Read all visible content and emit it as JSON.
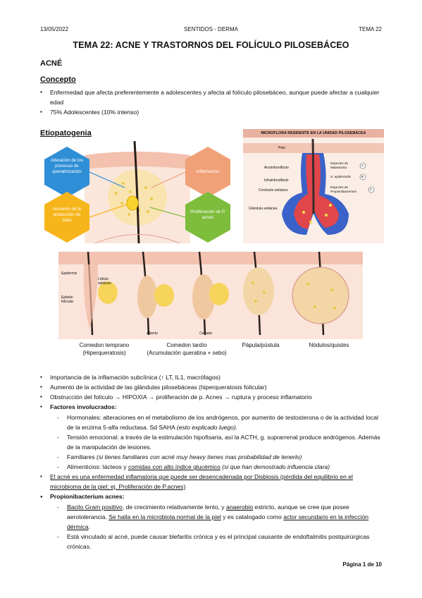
{
  "header": {
    "date": "13/05/2022",
    "center": "SENTIDOS - DERMA",
    "topic": "TEMA 22"
  },
  "title": "TEMA 22: ACNE Y TRASTORNOS DEL FOLÍCULO PILOSEBÁCEO",
  "section": "ACNÉ",
  "concepto": {
    "heading": "Concepto",
    "items": [
      "Enfermedad que afecta preferentemente a adolescentes y afecta al folículo pilosebáceo, aunque puede afectar a cualquier edad",
      "75% Adolescentes (10% intenso)"
    ]
  },
  "etiopatogenia": {
    "heading": "Etiopatogenia"
  },
  "figure1": {
    "hex_queratinizacion": "Alteración de los procesos de queratinización",
    "hex_inflamacion": "Inflamación",
    "hex_sebo": "Aumento de la producción de sebo",
    "hex_proliferacion": "Proliferación de P. acnes",
    "colors": {
      "blue": "#2f8fd6",
      "orange": "#f0a178",
      "yellow": "#f6b51a",
      "green": "#7dbd3b"
    }
  },
  "figure2": {
    "title": "MICROFLORA RESIDENTE EN LA UNIDAD PILOSEBÁCEA",
    "labels": [
      "Pelo",
      "Acroinfundíbulo",
      "Infrainfundíbulo",
      "Conducto sebáceo",
      "Glándula sebácea"
    ],
    "species": [
      "Especies de Malassezia",
      "S. epidermidis",
      "Especies de Propionibacterium"
    ],
    "markers": [
      "A",
      "B",
      "C"
    ]
  },
  "figure3": {
    "labels": [
      "Epidermis",
      "Lóbulo sebáceo",
      "Epitelio folicular",
      "Abierto",
      "Cerrado"
    ],
    "captions": [
      {
        "l1": "Comedon temprano",
        "l2": "(Hiperqueratosis)"
      },
      {
        "l1": "Comedon tardío",
        "l2": "(Acumulación queratina + sebo)"
      },
      {
        "l1": "Pápula/pústula",
        "l2": ""
      },
      {
        "l1": "Nódulos/quistes",
        "l2": ""
      }
    ]
  },
  "list": {
    "b1": "Importancia de la inflamación subclínica (↑ LT, IL1, macrófagos)",
    "b2": "Aumento de la actividad de las glándulas pilosebáceas (hiperqueratosis folicular)",
    "b3": "Obstrucción del folículo → HIPOXIA → proliferación de p. Acnes → ruptura y proceso inflamatorio",
    "b4": "Factores involucrados:",
    "f1": "Hormonales: alteraciones en el metabolismo de los andrógenos, por aumento de testosterona o de la actividad local de la enzima 5-alfa reductasa. Sd SAHA ",
    "f1i": "(esto explicado luego).",
    "f2": "Tensión emocional: a través de la estimulación hipofisaria, así la ACTH, g. suprarrenal produce andrógenos. Además de la manipulación de lesiones.",
    "f3a": "Familiares ",
    "f3i": "(si tienes familiares con acné muy heavy tienes mas probabilidad de tenerlo)",
    "f4a": "Alimenticios: lácteos y ",
    "f4u": "comidas con alto índice glucémico",
    "f4i": " (si que han demostrado influencia clara)",
    "b5": "El acné es una enfermedad inflamatoria que puede ser desencadenada por Disbiosis (pérdida del equilibrio en el microbioma de la piel: ej. Proliferación de P.acnes)",
    "b6": "Propionibacterium acnes:",
    "p1a": "Bacilo Gram positivo",
    "p1b": ", de crecimiento relativamente lento, y ",
    "p1c": "anaerobio",
    "p1d": " estricto, aunque se cree que posee aerotolerancia. ",
    "p1e": "Se halla en la microbiota normal de la piel",
    "p1f": " y es catalogado como ",
    "p1g": "actor secundario en la infección dérmica",
    "p1h": ".",
    "p2": "Está vinculado al acné, puede causar blefaritis crónica y es el principal causante de endoftalmitis postquirúrgicas crónicas."
  },
  "footer": "Página 1 de 10"
}
